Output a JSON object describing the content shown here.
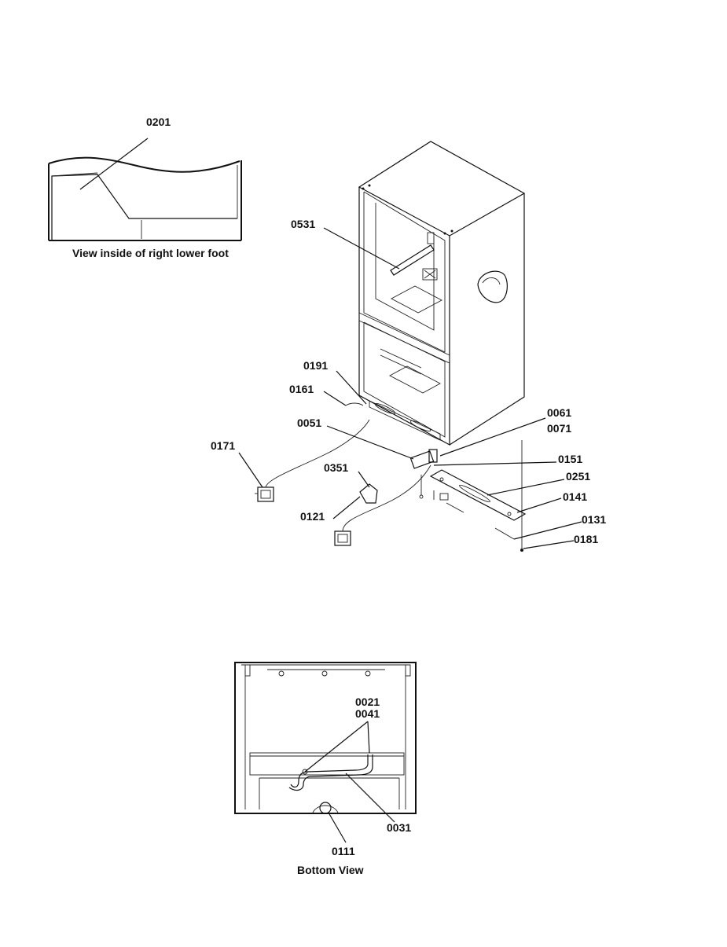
{
  "insets": {
    "foot_view_caption": "View inside of right lower foot",
    "bottom_view_caption": "Bottom View"
  },
  "parts": {
    "p0201": "0201",
    "p0531": "0531",
    "p0191": "0191",
    "p0161": "0161",
    "p0061": "0061",
    "p0071": "0071",
    "p0051": "0051",
    "p0171": "0171",
    "p0151": "0151",
    "p0351": "0351",
    "p0251": "0251",
    "p0141": "0141",
    "p0121": "0121",
    "p0131": "0131",
    "p0181": "0181",
    "p0021": "0021",
    "p0041": "0041",
    "p0031": "0031",
    "p0111": "0111"
  }
}
